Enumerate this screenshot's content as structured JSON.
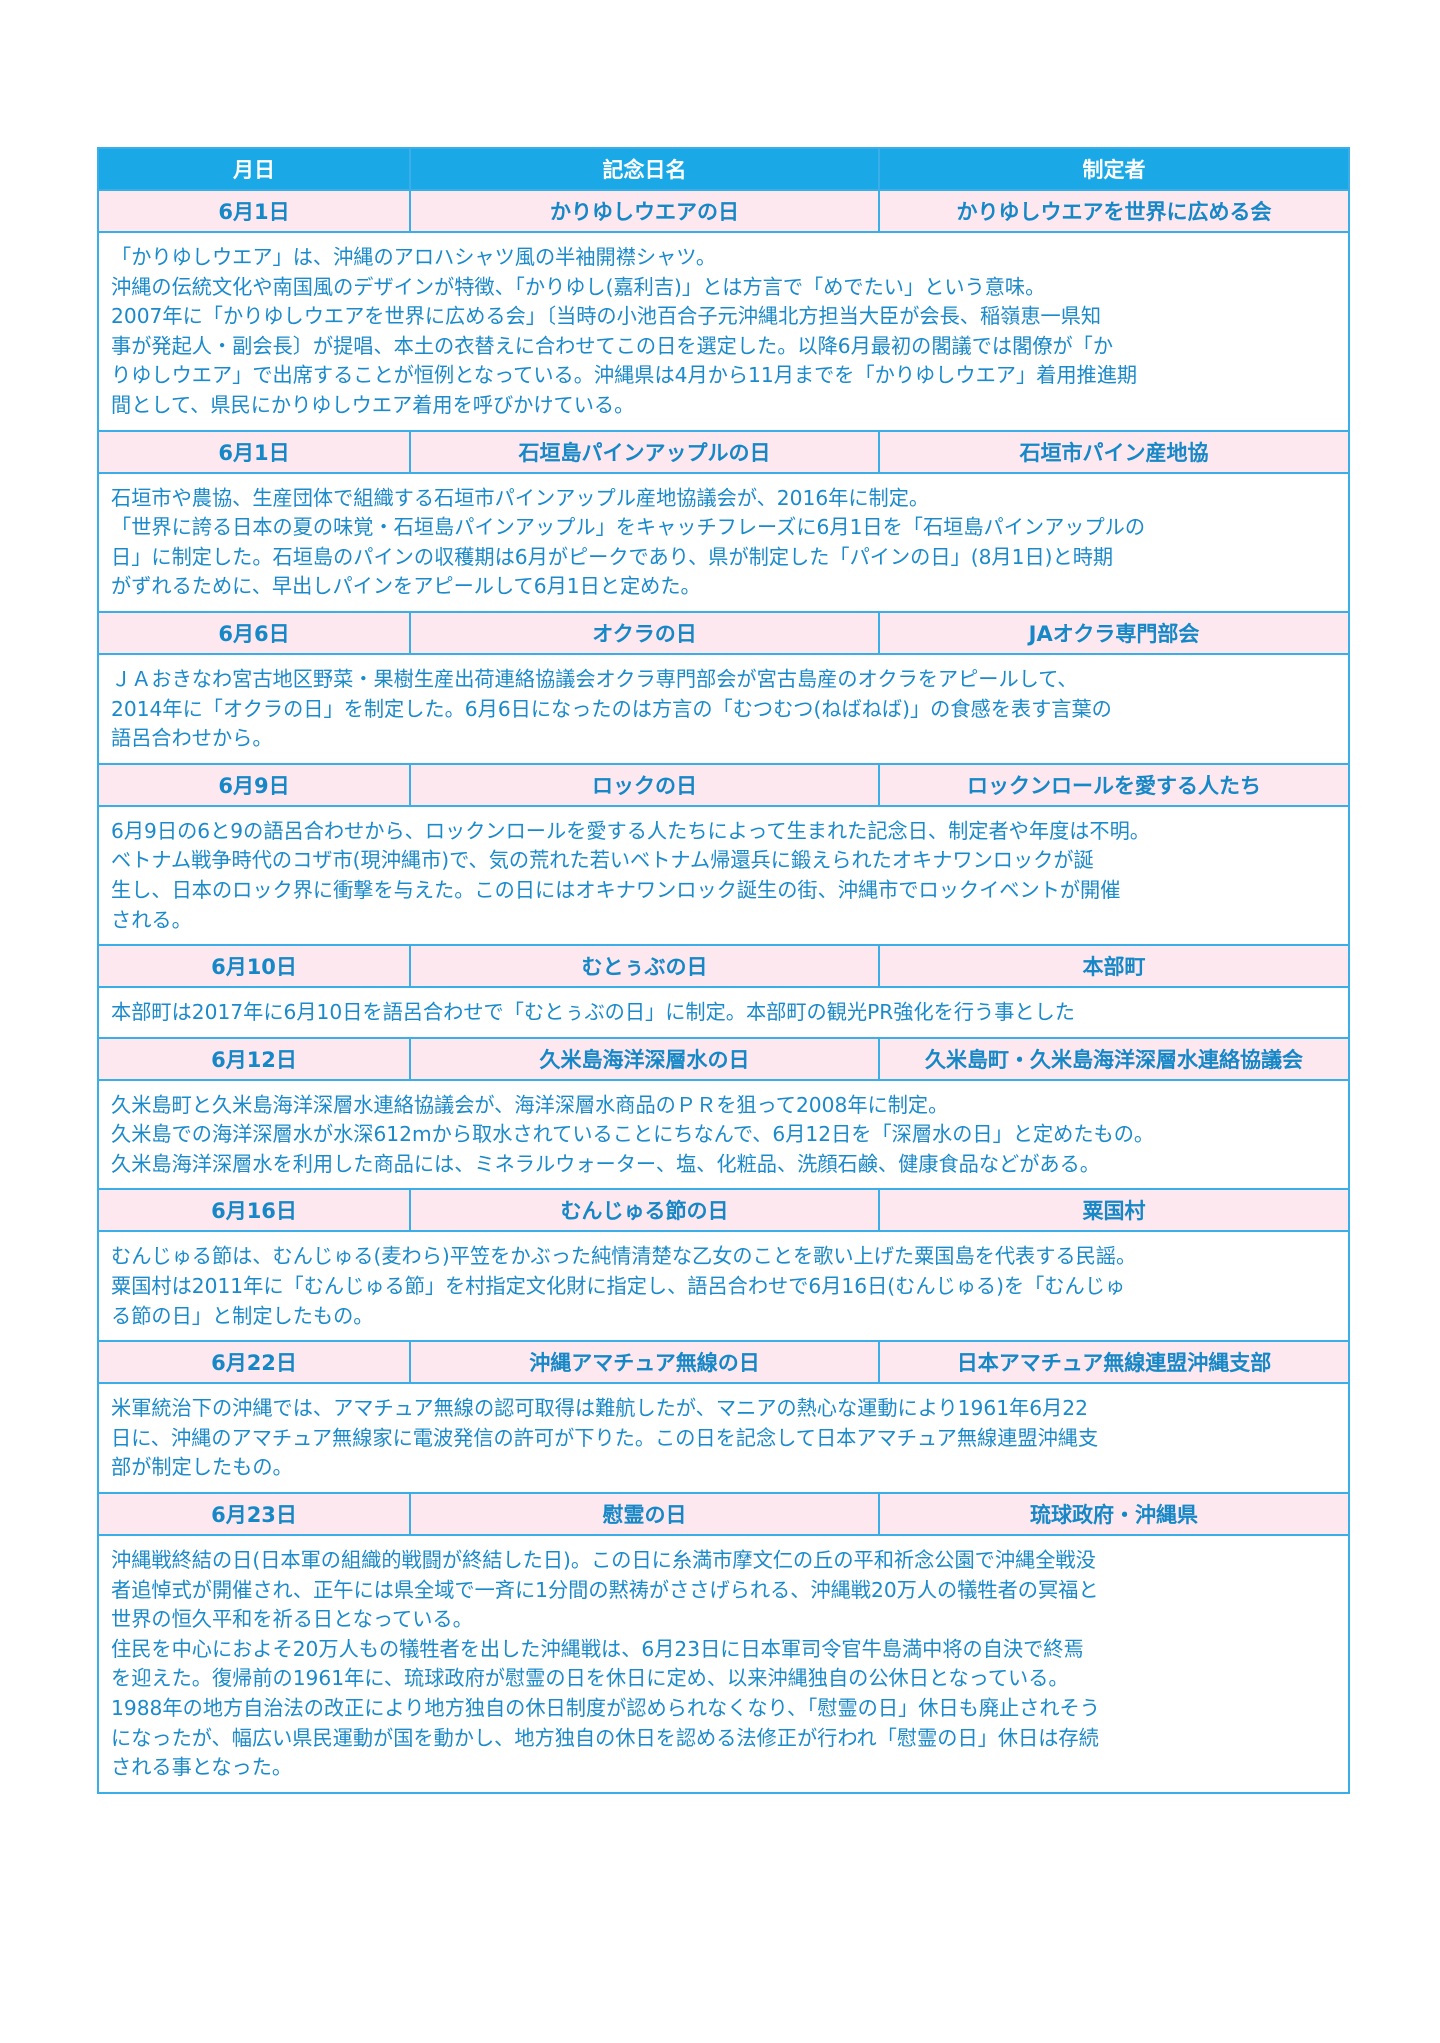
{
  "header": {
    "date": "月日",
    "name": "記念日名",
    "founder": "制定者"
  },
  "entries": [
    {
      "date": "6月1日",
      "name": "かりゆしウエアの日",
      "founder": "かりゆしウエアを世界に広める会",
      "lines": [
        "「かりゆしウエア」は、沖縄のアロハシャツ風の半袖開襟シャツ。",
        "沖縄の伝統文化や南国風のデザインが特徴、「かりゆし(嘉利吉)」とは方言で「めでたい」という意味。",
        "2007年に「かりゆしウエアを世界に広める会」〔当時の小池百合子元沖縄北方担当大臣が会長、稲嶺恵一県知",
        "事が発起人・副会長〕が提唱、本土の衣替えに合わせてこの日を選定した。以降6月最初の閣議では閣僚が「か",
        "りゆしウエア」で出席することが恒例となっている。沖縄県は4月から11月までを「かりゆしウエア」着用推進期",
        "間として、県民にかりゆしウエア着用を呼びかけている。"
      ]
    },
    {
      "date": "6月1日",
      "name": "石垣島パインアップルの日",
      "founder": "石垣市パイン産地協",
      "lines": [
        "石垣市や農協、生産団体で組織する石垣市パインアップル産地協議会が、2016年に制定。",
        "「世界に誇る日本の夏の味覚・石垣島パインアップル」をキャッチフレーズに6月1日を「石垣島パインアップルの",
        "日」に制定した。石垣島のパインの収穫期は6月がピークであり、県が制定した「パインの日」(8月1日)と時期",
        "がずれるために、早出しパインをアピールして6月1日と定めた。"
      ]
    },
    {
      "date": "6月6日",
      "name": "オクラの日",
      "founder": "JAオクラ専門部会",
      "lines": [
        "ＪＡおきなわ宮古地区野菜・果樹生産出荷連絡協議会オクラ専門部会が宮古島産のオクラをアピールして、",
        "2014年に「オクラの日」を制定した。6月6日になったのは方言の「むつむつ(ねばねば)」の食感を表す言葉の",
        "語呂合わせから。"
      ]
    },
    {
      "date": "6月9日",
      "name": "ロックの日",
      "founder": "ロックンロールを愛する人たち",
      "lines": [
        " 6月9日の6と9の語呂合わせから、ロックンロールを愛する人たちによって生まれた記念日、制定者や年度は不明。",
        "ベトナム戦争時代のコザ市(現沖縄市)で、気の荒れた若いベトナム帰還兵に鍛えられたオキナワンロックが誕",
        "生し、日本のロック界に衝撃を与えた。この日にはオキナワンロック誕生の街、沖縄市でロックイベントが開催",
        "される。"
      ]
    },
    {
      "date": "6月10日",
      "name": "むとぅぶの日",
      "founder": "本部町",
      "lines": [
        "本部町は2017年に6月10日を語呂合わせで「むとぅぶの日」に制定。本部町の観光PR強化を行う事とした"
      ]
    },
    {
      "date": "6月12日",
      "name": "久米島海洋深層水の日",
      "founder": "久米島町・久米島海洋深層水連絡協議会",
      "lines": [
        "久米島町と久米島海洋深層水連絡協議会が、海洋深層水商品のＰＲを狙って2008年に制定。",
        "久米島での海洋深層水が水深612mから取水されていることにちなんで、6月12日を「深層水の日」と定めたもの。",
        "久米島海洋深層水を利用した商品には、ミネラルウォーター、塩、化粧品、洗顔石鹸、健康食品などがある。"
      ]
    },
    {
      "date": "6月16日",
      "name": "むんじゅる節の日",
      "founder": "粟国村",
      "lines": [
        "むんじゅる節は、むんじゅる(麦わら)平笠をかぶった純情清楚な乙女のことを歌い上げた粟国島を代表する民謡。",
        "粟国村は2011年に「むんじゅる節」を村指定文化財に指定し、語呂合わせで6月16日(むんじゅる)を「むんじゅ",
        "る節の日」と制定したもの。"
      ]
    },
    {
      "date": "6月22日",
      "name": "沖縄アマチュア無線の日",
      "founder": "日本アマチュア無線連盟沖縄支部",
      "lines": [
        "米軍統治下の沖縄では、アマチュア無線の認可取得は難航したが、マニアの熱心な運動により1961年6月22",
        "日に、沖縄のアマチュア無線家に電波発信の許可が下りた。この日を記念して日本アマチュア無線連盟沖縄支",
        "部が制定したもの。"
      ]
    },
    {
      "date": "6月23日",
      "name": "慰霊の日",
      "founder": "琉球政府・沖縄県",
      "lines": [
        "沖縄戦終結の日(日本軍の組織的戦闘が終結した日)。この日に糸満市摩文仁の丘の平和祈念公園で沖縄全戦没",
        "者追悼式が開催され、正午には県全域で一斉に1分間の黙祷がささげられる、沖縄戦20万人の犠牲者の冥福と",
        "世界の恒久平和を祈る日となっている。",
        "住民を中心におよそ20万人もの犠牲者を出した沖縄戦は、6月23日に日本軍司令官牛島満中将の自決で終焉",
        "を迎えた。復帰前の1961年に、琉球政府が慰霊の日を休日に定め、以来沖縄独自の公休日となっている。",
        "1988年の地方自治法の改正により地方独自の休日制度が認められなくなり、「慰霊の日」休日も廃止されそう",
        "になったが、幅広い県民運動が国を動かし、地方独自の休日を認める法修正が行われ「慰霊の日」休日は存続",
        "される事となった。"
      ]
    }
  ]
}
